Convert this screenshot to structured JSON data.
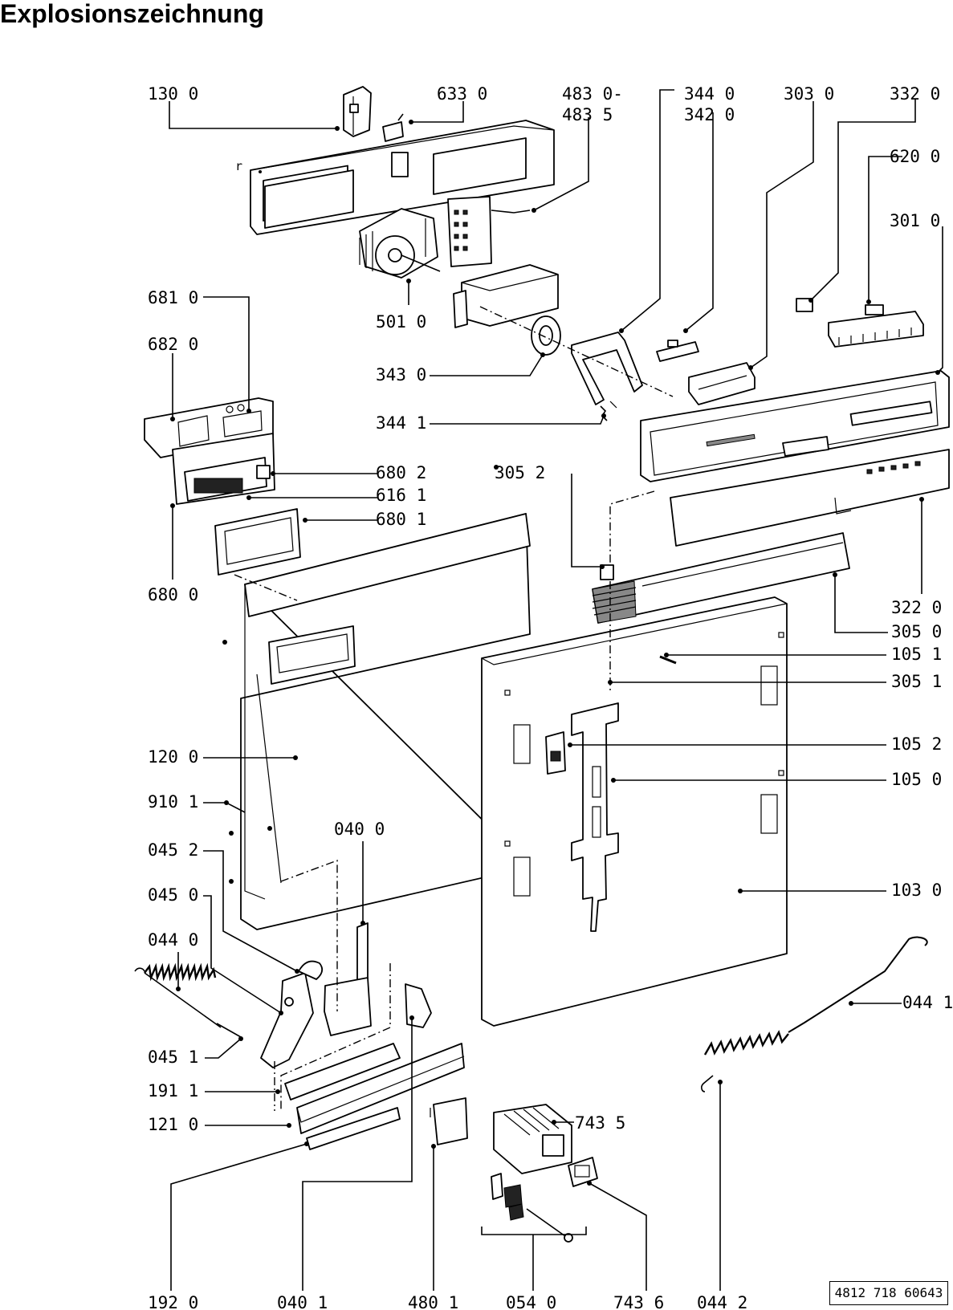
{
  "title": "Explosionszeichnung",
  "doc_number": "4812 718 60643",
  "labels": {
    "l130_0": "130 0",
    "l633_0": "633 0",
    "l483_0": "483 0-",
    "l483_5": "483 5",
    "l344_0": "344 0",
    "l342_0": "342 0",
    "l303_0": "303 0",
    "l332_0": "332 0",
    "l620_0": "620 0",
    "l301_0": "301 0",
    "l681_0": "681 0",
    "l682_0": "682 0",
    "l501_0": "501 0",
    "l343_0": "343 0",
    "l344_1": "344 1",
    "l680_2": "680 2",
    "l616_1": "616 1",
    "l680_1": "680 1",
    "l305_2": "305 2",
    "l680_0": "680 0",
    "l322_0": "322 0",
    "l305_0": "305 0",
    "l105_1": "105 1",
    "l305_1": "305 1",
    "l105_2": "105 2",
    "l120_0": "120 0",
    "l105_0": "105 0",
    "l910_1": "910 1",
    "l040_0": "040 0",
    "l045_2": "045 2",
    "l103_0": "103 0",
    "l045_0": "045 0",
    "l044_0": "044 0",
    "l044_1": "044 1",
    "l045_1": "045 1",
    "l191_1": "191 1",
    "l743_5": "743 5",
    "l121_0": "121 0",
    "l192_0": "192 0",
    "l040_1": "040 1",
    "l480_1": "480 1",
    "l054_0": "054 0",
    "l743_6": "743 6",
    "l044_2": "044 2"
  }
}
